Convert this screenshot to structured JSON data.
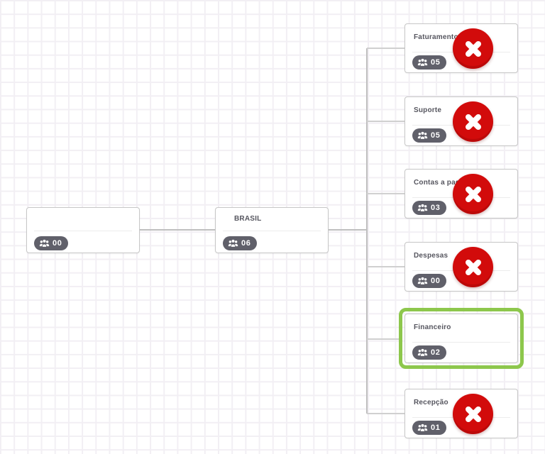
{
  "chart": {
    "type": "org-tree",
    "root": {
      "title": "",
      "members_count": "00"
    },
    "children": [
      {
        "title": "BRASIL",
        "members_count": "06"
      }
    ],
    "grandchildren": [
      {
        "title": "Faturamento",
        "members_count": "05",
        "removable": true,
        "selected": false
      },
      {
        "title": "Suporte",
        "members_count": "05",
        "removable": true,
        "selected": false
      },
      {
        "title": "Contas a pagar",
        "members_count": "03",
        "removable": true,
        "selected": false
      },
      {
        "title": "Despesas",
        "members_count": "00",
        "removable": true,
        "selected": false
      },
      {
        "title": "Financeiro",
        "members_count": "02",
        "removable": false,
        "selected": true
      },
      {
        "title": "Recepção",
        "members_count": "01",
        "removable": true,
        "selected": false
      }
    ]
  },
  "icons": {
    "badge": "users-icon",
    "remove": "x-circle-icon"
  },
  "colors": {
    "canvas_bg": "#ffffff",
    "grid_line": "#f2eff4",
    "badge_gray": "#60606a",
    "remove_red": "#d20b0b",
    "selected_green": "#8dc74c",
    "connector": "#bfbfbf",
    "title_color": "#56565f"
  }
}
